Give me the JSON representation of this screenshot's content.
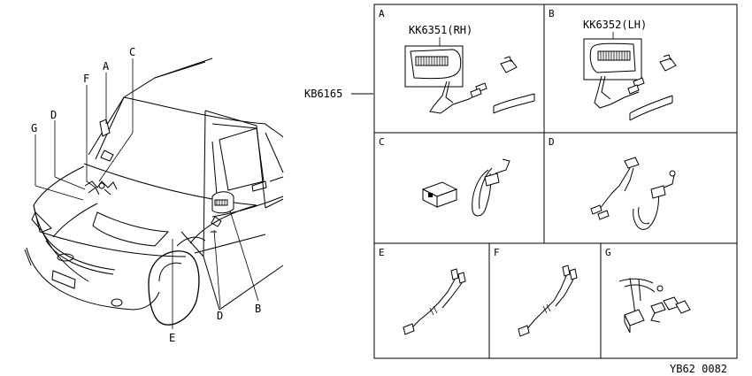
{
  "car_labels": {
    "a": "A",
    "b": "B",
    "c": "C",
    "d_front": "D",
    "d_side": "D",
    "e": "E",
    "f": "F",
    "g": "G"
  },
  "assembly_code": "KB6165",
  "cells": {
    "a": {
      "letter": "A",
      "part": "KK6351(RH)"
    },
    "b": {
      "letter": "B",
      "part": "KK6352(LH)"
    },
    "c": {
      "letter": "C"
    },
    "d": {
      "letter": "D"
    },
    "e": {
      "letter": "E"
    },
    "f": {
      "letter": "F"
    },
    "g": {
      "letter": "G"
    }
  },
  "footer_code": "YB62 0082"
}
